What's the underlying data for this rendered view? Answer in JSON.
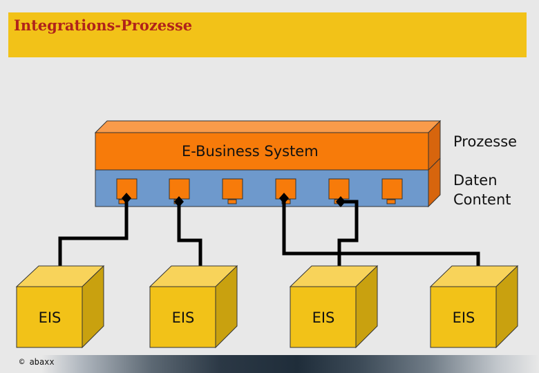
{
  "header": {
    "title": "Integrations-Prozesse"
  },
  "diagram": {
    "system_label": "E-Business System",
    "layer_labels": {
      "prozesse": "Prozesse",
      "daten": "Daten",
      "content": "Content"
    },
    "eis_nodes": [
      {
        "label": "EIS"
      },
      {
        "label": "EIS"
      },
      {
        "label": "EIS"
      },
      {
        "label": "EIS"
      }
    ]
  },
  "footer": {
    "copyright": "© abaxx"
  },
  "colors": {
    "title_bar": "#f2c218",
    "title_text": "#b0231b",
    "orange_layer": "#f77b0a",
    "blue_layer": "#6e99cc",
    "eis_front": "#f2c218"
  }
}
